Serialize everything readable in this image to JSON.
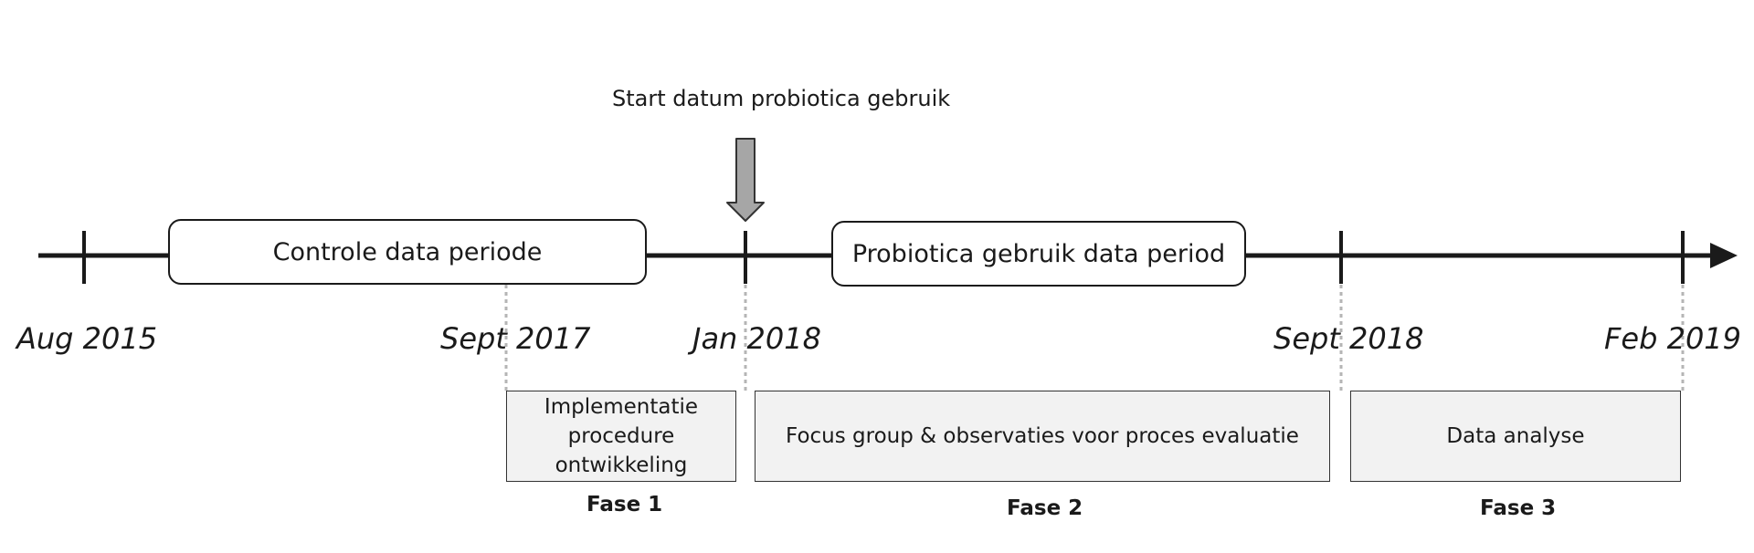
{
  "annotation": "Start datum probiotica gebruik",
  "periods": {
    "control": "Controle data periode",
    "probiotics": "Probiotica gebruik data period"
  },
  "dates": {
    "aug2015": "Aug 2015",
    "sept2017": "Sept 2017",
    "jan2018": "Jan 2018",
    "sept2018": "Sept 2018",
    "feb2019": "Feb 2019"
  },
  "phases": [
    {
      "box_text": "Implementatie procedure ontwikkeling",
      "label": "Fase 1"
    },
    {
      "box_text": "Focus group & observaties voor proces evaluatie",
      "label": "Fase 2"
    },
    {
      "box_text": "Data analyse",
      "label": "Fase 3"
    }
  ],
  "colors": {
    "axis": "#1a1a1a",
    "arrow_fill": "#a6a6a6",
    "phase_fill": "#f2f2f2",
    "guide": "#b5b5b5"
  }
}
